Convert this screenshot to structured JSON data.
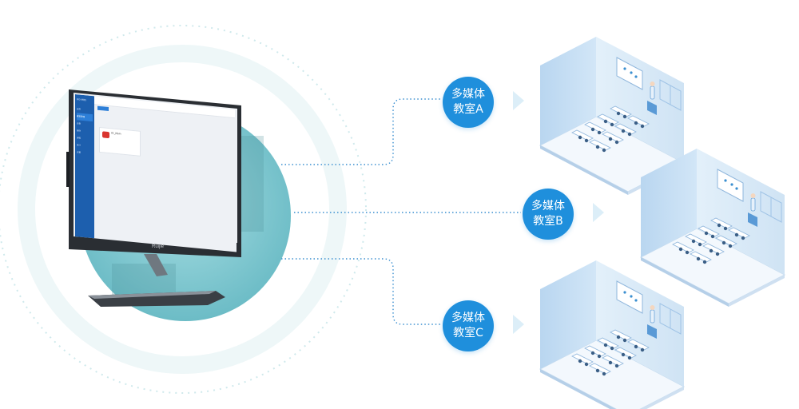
{
  "nodes": [
    {
      "id": "a",
      "line1": "多媒体",
      "line2": "教室A"
    },
    {
      "id": "b",
      "line1": "多媒体",
      "line2": "教室B"
    },
    {
      "id": "c",
      "line1": "多媒体",
      "line2": "教室C"
    }
  ],
  "monitor": {
    "brand": "Ruijie",
    "app_logo": "RG-MBS",
    "nav": [
      "首页",
      "教室管理",
      "设备",
      "媒体",
      "课程",
      "统计",
      "设置"
    ],
    "card_title": "01_Main"
  },
  "colors": {
    "node_fill": "#1f8fdc",
    "connector": "#3a8fd0",
    "circle_bg": "#7fc6cf",
    "classroom_wall": "#d6e8f7",
    "classroom_floor": "#eef5fb"
  }
}
